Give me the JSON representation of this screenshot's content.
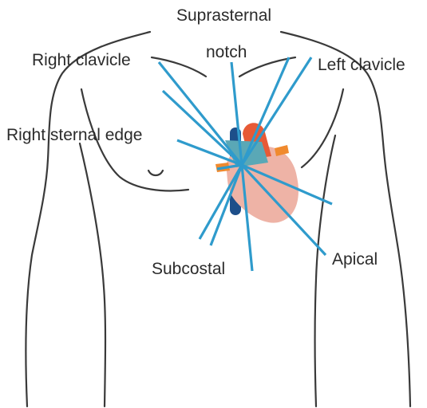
{
  "labels": {
    "suprasternal": "Suprasternal",
    "notch": "notch",
    "right_clavicle": "Right clavicle",
    "left_clavicle": "Left clavicle",
    "right_sternal_edge": "Right sternal edge",
    "subcostal": "Subcostal",
    "apical": "Apical"
  },
  "colors": {
    "beam": "#2f9bcc",
    "outline": "#3a3a3a",
    "heart_body": "#eeb3a6",
    "heart_red": "#e75a36",
    "aorta_teal": "#5aa8b6",
    "vena_cava": "#1d4f8a",
    "vessel_orange": "#f08a2e"
  }
}
